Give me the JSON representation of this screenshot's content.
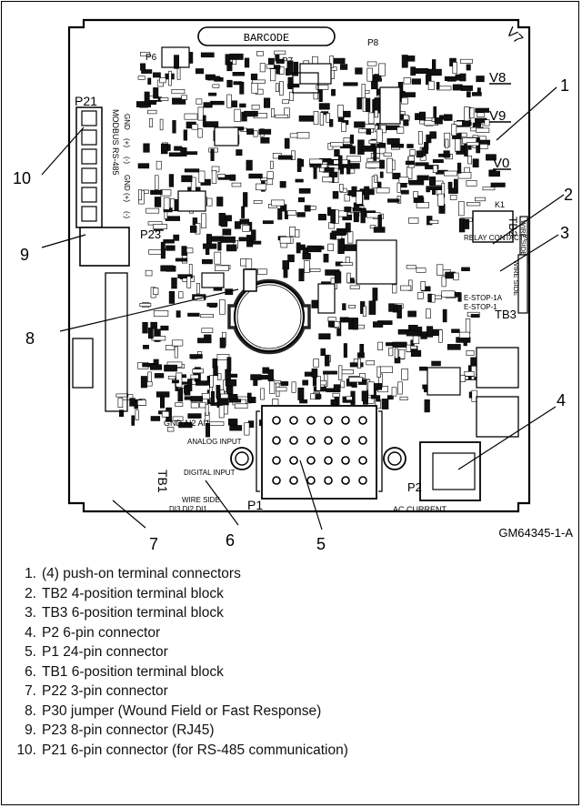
{
  "board": {
    "barcode_label": "BARCODE",
    "connectors": {
      "p21": "P21",
      "p23": "P23",
      "p1": "P1",
      "p2": "P2",
      "p6": "P6",
      "p7": "P7",
      "p8": "P8",
      "tb1": "TB1",
      "tb2": "TB2",
      "tb3": "TB3",
      "k1": "K1"
    },
    "terminals": {
      "v7": "V7",
      "v8": "V8",
      "v9": "V9",
      "v0": "V0"
    },
    "silk": {
      "relay_contacts": "RELAY CONTACTS",
      "wire_side_1": "WIRE SIDE",
      "wire_side_2": "WIRE SIDE",
      "wire_side_3": "WIRE SIDE",
      "estop_1": "E-STOP-1A",
      "estop_2": "E-STOP-1",
      "analog_input": "ANALOG INPUT",
      "digital_input": "DIGITAL INPUT",
      "ac_current": "AC CURRENT",
      "tb1_pins": "DI3 DI2 DI1",
      "gnd_pins": "GND AI2 AI1",
      "modbus": "MODBUS RS-485",
      "p21_pins": [
        "GND",
        "(+)",
        "(-)",
        "GND",
        "(+)",
        "(-)"
      ]
    }
  },
  "callouts": [
    "1",
    "2",
    "3",
    "4",
    "5",
    "6",
    "7",
    "8",
    "9",
    "10"
  ],
  "figure_id": "GM64345-1-A",
  "legend": [
    {
      "num": "1.",
      "text": "(4) push-on terminal connectors"
    },
    {
      "num": "2.",
      "text": "TB2 4-position terminal block"
    },
    {
      "num": "3.",
      "text": "TB3 6-position terminal block"
    },
    {
      "num": "4.",
      "text": "P2 6-pin connector"
    },
    {
      "num": "5.",
      "text": "P1 24-pin connector"
    },
    {
      "num": "6.",
      "text": "TB1 6-position terminal block"
    },
    {
      "num": "7.",
      "text": "P22 3-pin connector"
    },
    {
      "num": "8.",
      "text": "P30 jumper (Wound Field or Fast Response)"
    },
    {
      "num": "9.",
      "text": "P23 8-pin connector (RJ45)"
    },
    {
      "num": "10.",
      "text": "P21 6-pin connector (for RS-485 communication)"
    }
  ]
}
